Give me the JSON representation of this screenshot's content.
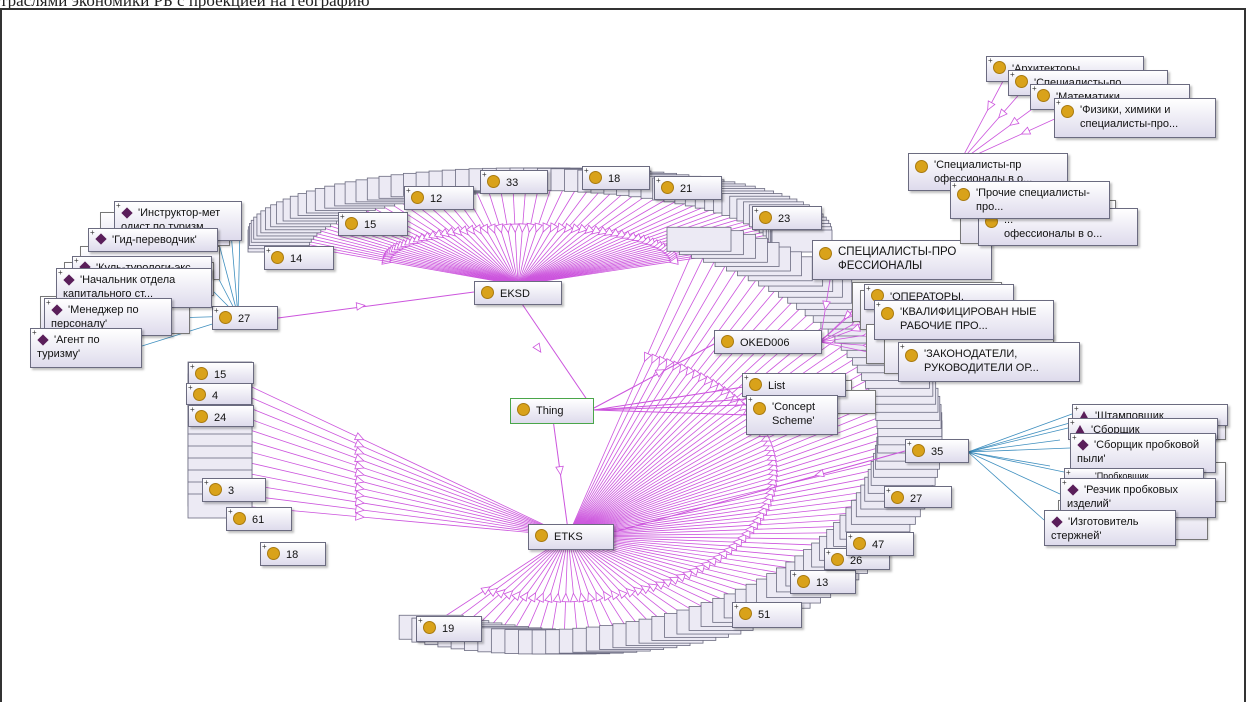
{
  "caption": "траслями экономики РБ с проекцией на географию",
  "colors": {
    "edge_main": "#cc55dd",
    "edge_leaf": "#3f8fbf",
    "node_dot": "#d9a21a",
    "individual": "#5a1e5a"
  },
  "nodes": {
    "thing": "Thing",
    "eksd": "EKSD",
    "etks": "ETKS",
    "oked": "OKED006",
    "n27_left": "27",
    "n35": "35",
    "list": "List",
    "concept_scheme": "'Concept Scheme'",
    "specialists": "СПЕЦИАЛИСТЫ-ПРО ФЕССИОНАЛЫ",
    "operators": "'ОПЕРАТОРЫ,",
    "qualified": "'КВАЛИФИЦИРОВАН НЫЕ РАБОЧИЕ ПРО...",
    "legislators": "'ЗАКОНОДАТЕЛИ, РУКОВОДИТЕЛИ ОР...",
    "spec_pr": "'Специалисты-пр офессионалы в о...",
    "other_spec": "'Прочие специалисты-про...",
    "spec_o": "офессионалы в о...",
    "architects": "'Архитекторы,",
    "spec_po": "'Специалисты-по",
    "math": "'Математики,",
    "physics": "'Физики, химики и специалисты-про...",
    "instructor": "'Инструктор-мет одист по туризм...",
    "guide": "'Гид-переводчик'",
    "tour_leader": "'Куль-турологи-экс",
    "dept_head": "'Начальник отдела капитального ст...",
    "manager": "'Менеджер по персоналу'",
    "agent": "'Агент по туризму'",
    "stamper": "'Штамповщик",
    "assembler": "'Сборщик",
    "assembler_cork": "'Сборщик пробковой пыли'",
    "cork_maker": "'Пробковщик",
    "cork_cutter": "'Резчик пробковых изделий'",
    "rod_maker": "'Изготовитель стержней'",
    "top_labels": [
      "14",
      "15",
      "12",
      "33",
      "18",
      "21",
      "23"
    ],
    "bottom_labels": [
      "15",
      "4",
      "24",
      "3",
      "61",
      "18",
      "19",
      "51",
      "13",
      "26",
      "47",
      "27"
    ]
  }
}
